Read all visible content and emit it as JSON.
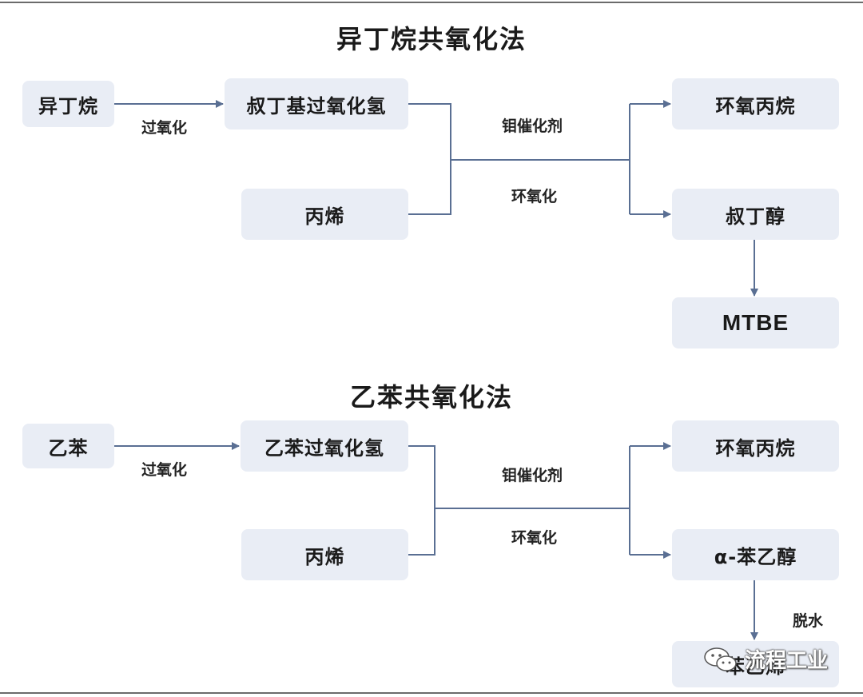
{
  "section1": {
    "title": "异丁烷共氧化法",
    "boxes": {
      "isobutane": "异丁烷",
      "tbhp": "叔丁基过氧化氢",
      "propylene": "丙烯",
      "propylene_oxide": "环氧丙烷",
      "tba": "叔丁醇",
      "mtbe": "MTBE"
    },
    "labels": {
      "peroxidation": "过氧化",
      "catalyst": "钼催化剂",
      "epoxidation": "环氧化"
    }
  },
  "section2": {
    "title": "乙苯共氧化法",
    "boxes": {
      "ethylbenzene": "乙苯",
      "ebhp": "乙苯过氧化氢",
      "propylene": "丙烯",
      "propylene_oxide": "环氧丙烷",
      "phenylethanol": "α-苯乙醇",
      "styrene": "苯乙烯"
    },
    "labels": {
      "peroxidation": "过氧化",
      "catalyst": "钼催化剂",
      "epoxidation": "环氧化",
      "dehydration": "脱水"
    }
  },
  "watermark": {
    "text": "流程工业",
    "icon": "wechat-icon"
  },
  "colors": {
    "box_fill": "#e9edf5",
    "connector": "#5a6f93",
    "frame": "#6b6b6b"
  }
}
